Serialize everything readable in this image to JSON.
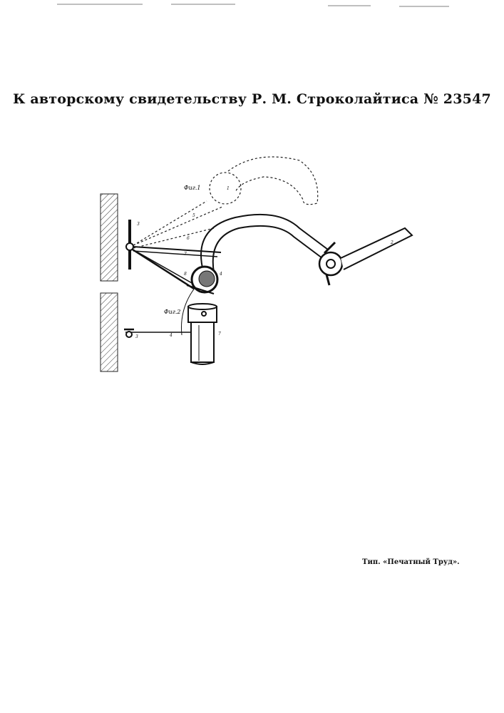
{
  "header": {
    "title": "К авторскому свидетельству Р. М. Строколайтиса № 23547"
  },
  "figures": {
    "fig1": {
      "label": "Фиг.1",
      "part_numbers": [
        "1",
        "2",
        "3",
        "4",
        "5",
        "6",
        "7",
        "8"
      ]
    },
    "fig2": {
      "label": "Фиг.2",
      "part_numbers": [
        "3",
        "4",
        "7"
      ]
    }
  },
  "footer": {
    "imprint": "Тип. «Печатный Труд»."
  }
}
